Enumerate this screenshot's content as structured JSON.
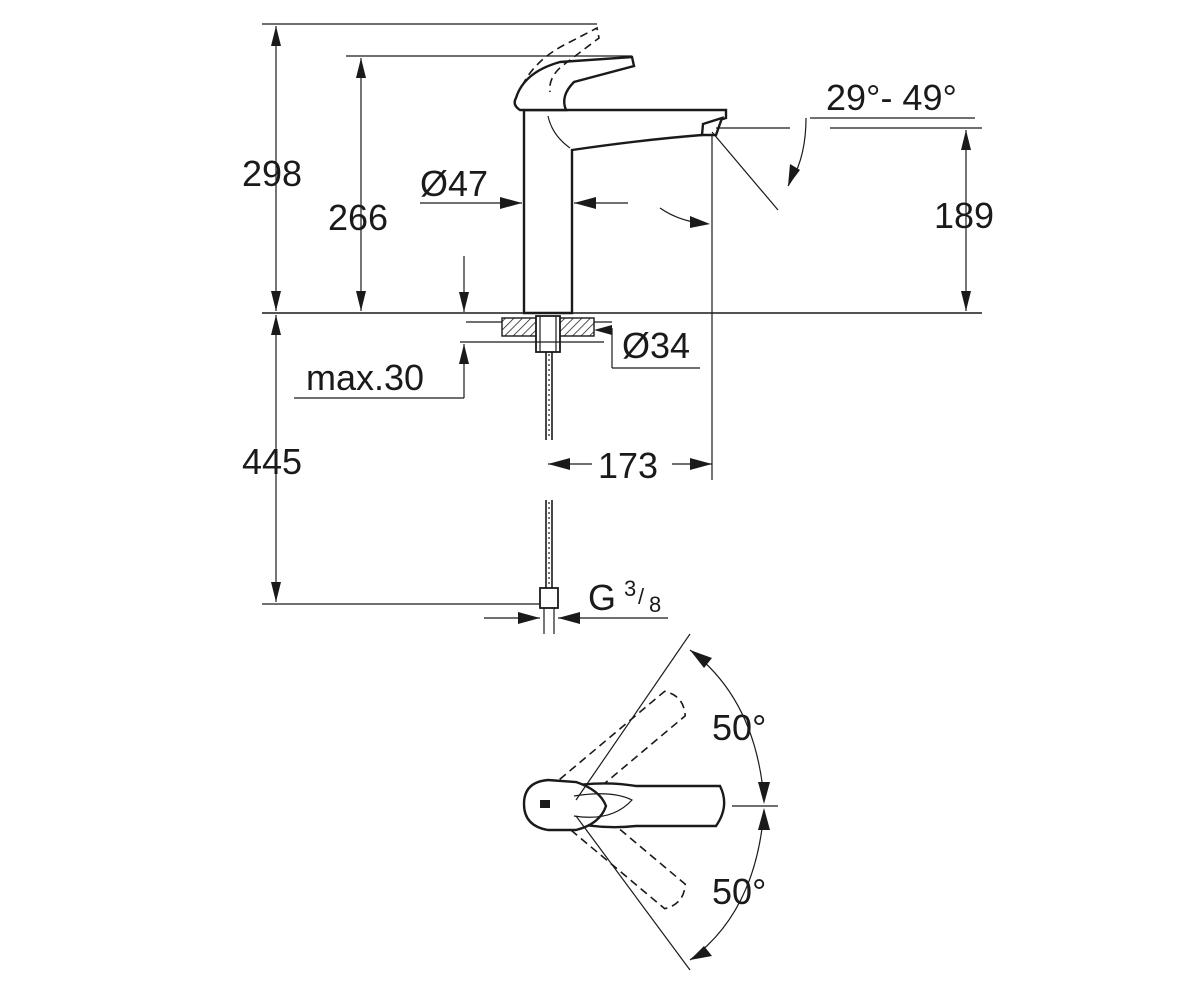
{
  "dimensions": {
    "total_height": "298",
    "body_height": "266",
    "body_diameter": "Ø47",
    "spout_height": "189",
    "spout_angle": "29°- 49°",
    "mount_hole_diameter": "Ø34",
    "max_deck_thickness": "max.30",
    "hose_length": "445",
    "spout_reach": "173",
    "connection_thread": "G",
    "connection_numerator": "3",
    "connection_denominator": "8",
    "lever_angle_up": "50°",
    "lever_angle_down": "50°"
  },
  "colors": {
    "line": "#1a1a1a",
    "background": "#ffffff"
  }
}
